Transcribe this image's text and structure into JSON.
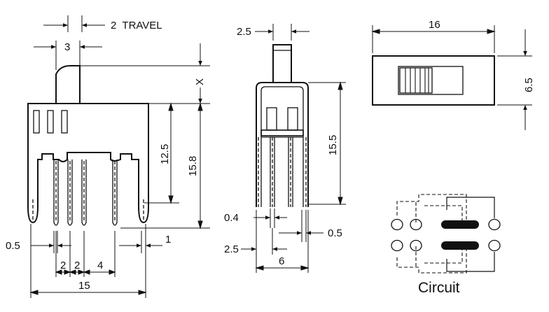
{
  "labels": {
    "travel": "2  TRAVEL",
    "x": "X",
    "front_3": "3",
    "front_12_5": "12.5",
    "front_15_8": "15.8",
    "front_0_5": "0.5",
    "front_1": "1",
    "front_2a": "2",
    "front_2b": "2",
    "front_4": "4",
    "front_15": "15",
    "side_2_5_top": "2.5",
    "side_15_5": "15.5",
    "side_0_4": "0.4",
    "side_0_5": "0.5",
    "side_2_5_bottom": "2.5",
    "side_6": "6",
    "top_16": "16",
    "top_6_5": "6.5",
    "circuit": "Circuit"
  }
}
